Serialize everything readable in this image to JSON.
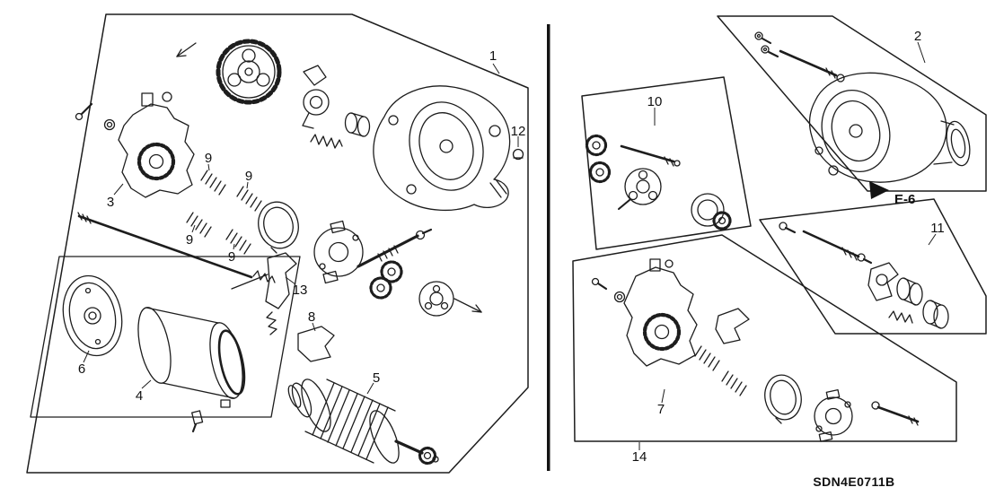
{
  "diagram": {
    "code": "SDN4E0711B",
    "ref_label": "E-6"
  },
  "callouts": {
    "c1": "1",
    "c2": "2",
    "c3": "3",
    "c4": "4",
    "c5": "5",
    "c6": "6",
    "c7": "7",
    "c8": "8",
    "c9": "9",
    "c10": "10",
    "c11": "11",
    "c12": "12",
    "c13": "13",
    "c14": "14"
  }
}
